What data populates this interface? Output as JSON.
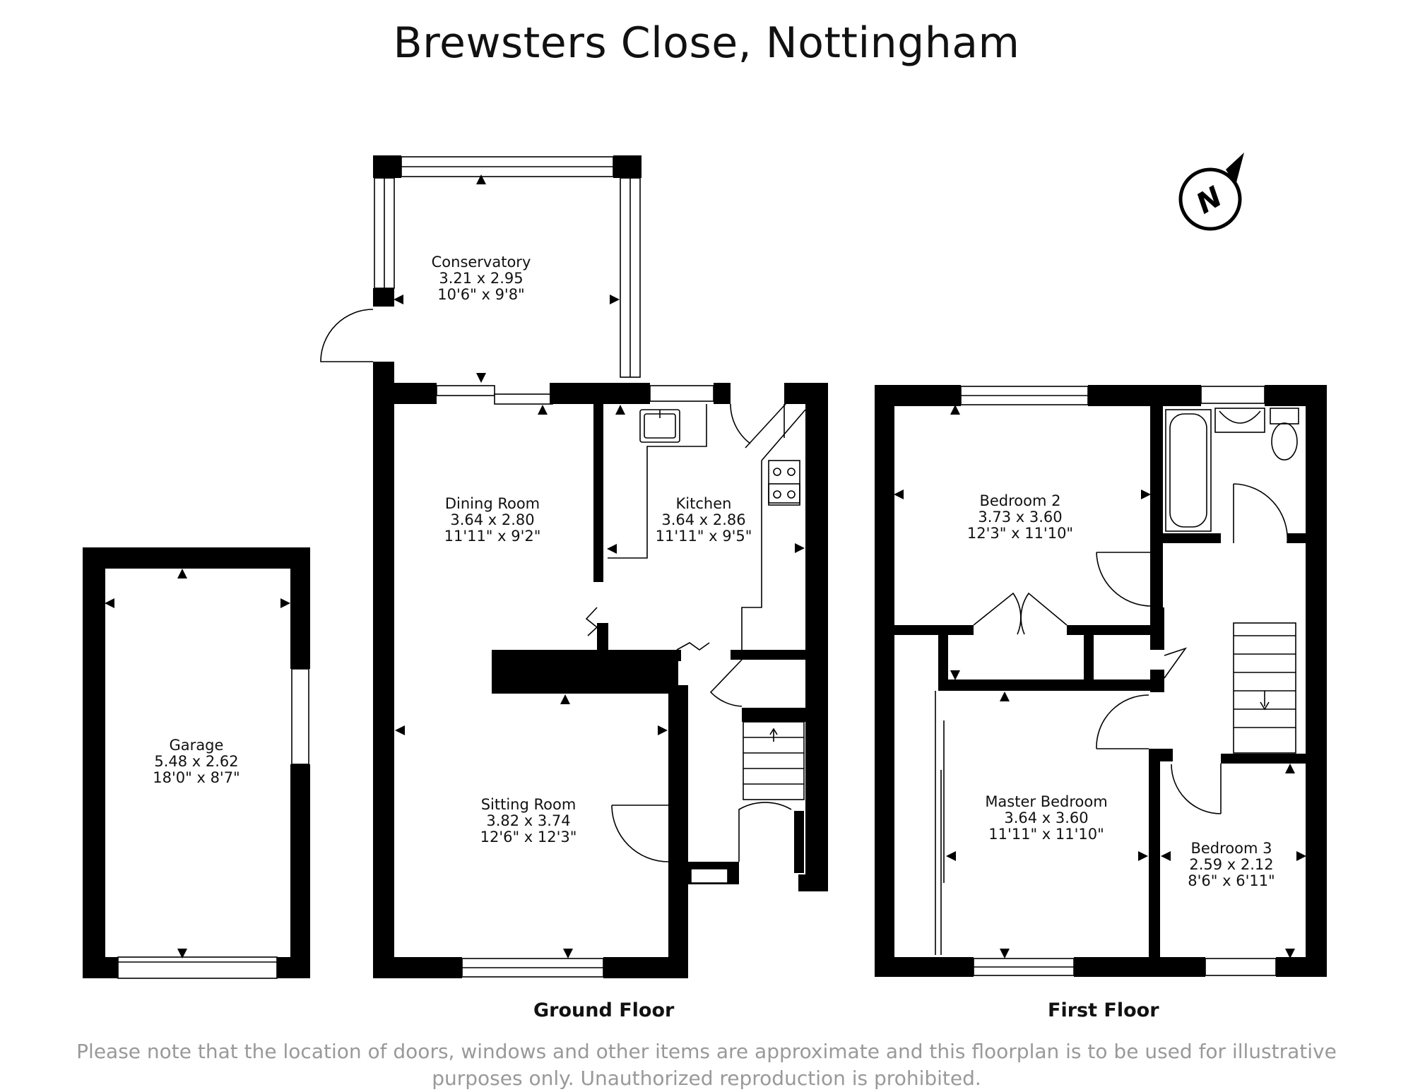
{
  "title": "Brewsters Close, Nottingham",
  "floors": {
    "ground": "Ground Floor",
    "first": "First Floor"
  },
  "rooms": {
    "conservatory": {
      "name": "Conservatory",
      "metric": "3.21 x 2.95",
      "imperial": "10'6\" x 9'8\""
    },
    "dining": {
      "name": "Dining Room",
      "metric": "3.64 x 2.80",
      "imperial": "11'11\" x 9'2\""
    },
    "kitchen": {
      "name": "Kitchen",
      "metric": "3.64 x 2.86",
      "imperial": "11'11\" x 9'5\""
    },
    "sitting": {
      "name": "Sitting Room",
      "metric": "3.82 x 3.74",
      "imperial": "12'6\" x 12'3\""
    },
    "garage": {
      "name": "Garage",
      "metric": "5.48 x 2.62",
      "imperial": "18'0\" x 8'7\""
    },
    "bedroom2": {
      "name": "Bedroom 2",
      "metric": "3.73 x 3.60",
      "imperial": "12'3\" x 11'10\""
    },
    "master": {
      "name": "Master Bedroom",
      "metric": "3.64 x 3.60",
      "imperial": "11'11\" x 11'10\""
    },
    "bedroom3": {
      "name": "Bedroom 3",
      "metric": "2.59 x 2.12",
      "imperial": "8'6\" x 6'11\""
    }
  },
  "compass": {
    "letter": "N"
  },
  "disclaimer": {
    "line1": "Please note that the location of doors, windows and other items are approximate and this floorplan is to be used for illustrative",
    "line2": "purposes only. Unauthorized reproduction is prohibited."
  }
}
